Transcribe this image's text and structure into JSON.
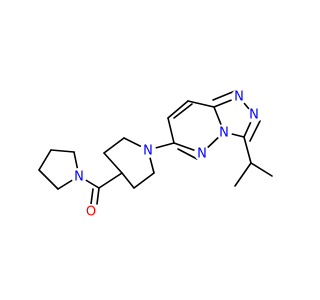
{
  "molecule": {
    "atoms": {
      "n_pyrrolidine": "N",
      "o_carbonyl": "O",
      "n_piperidine": "N",
      "n_triazole_1": "N",
      "n_triazole_2": "N",
      "n_triazole_3": "N",
      "n_pyridazine": "N"
    }
  },
  "colors": {
    "nitrogen": "#0000ff",
    "oxygen": "#ff0000",
    "carbon_bond": "#000000",
    "background": "#ffffff"
  }
}
